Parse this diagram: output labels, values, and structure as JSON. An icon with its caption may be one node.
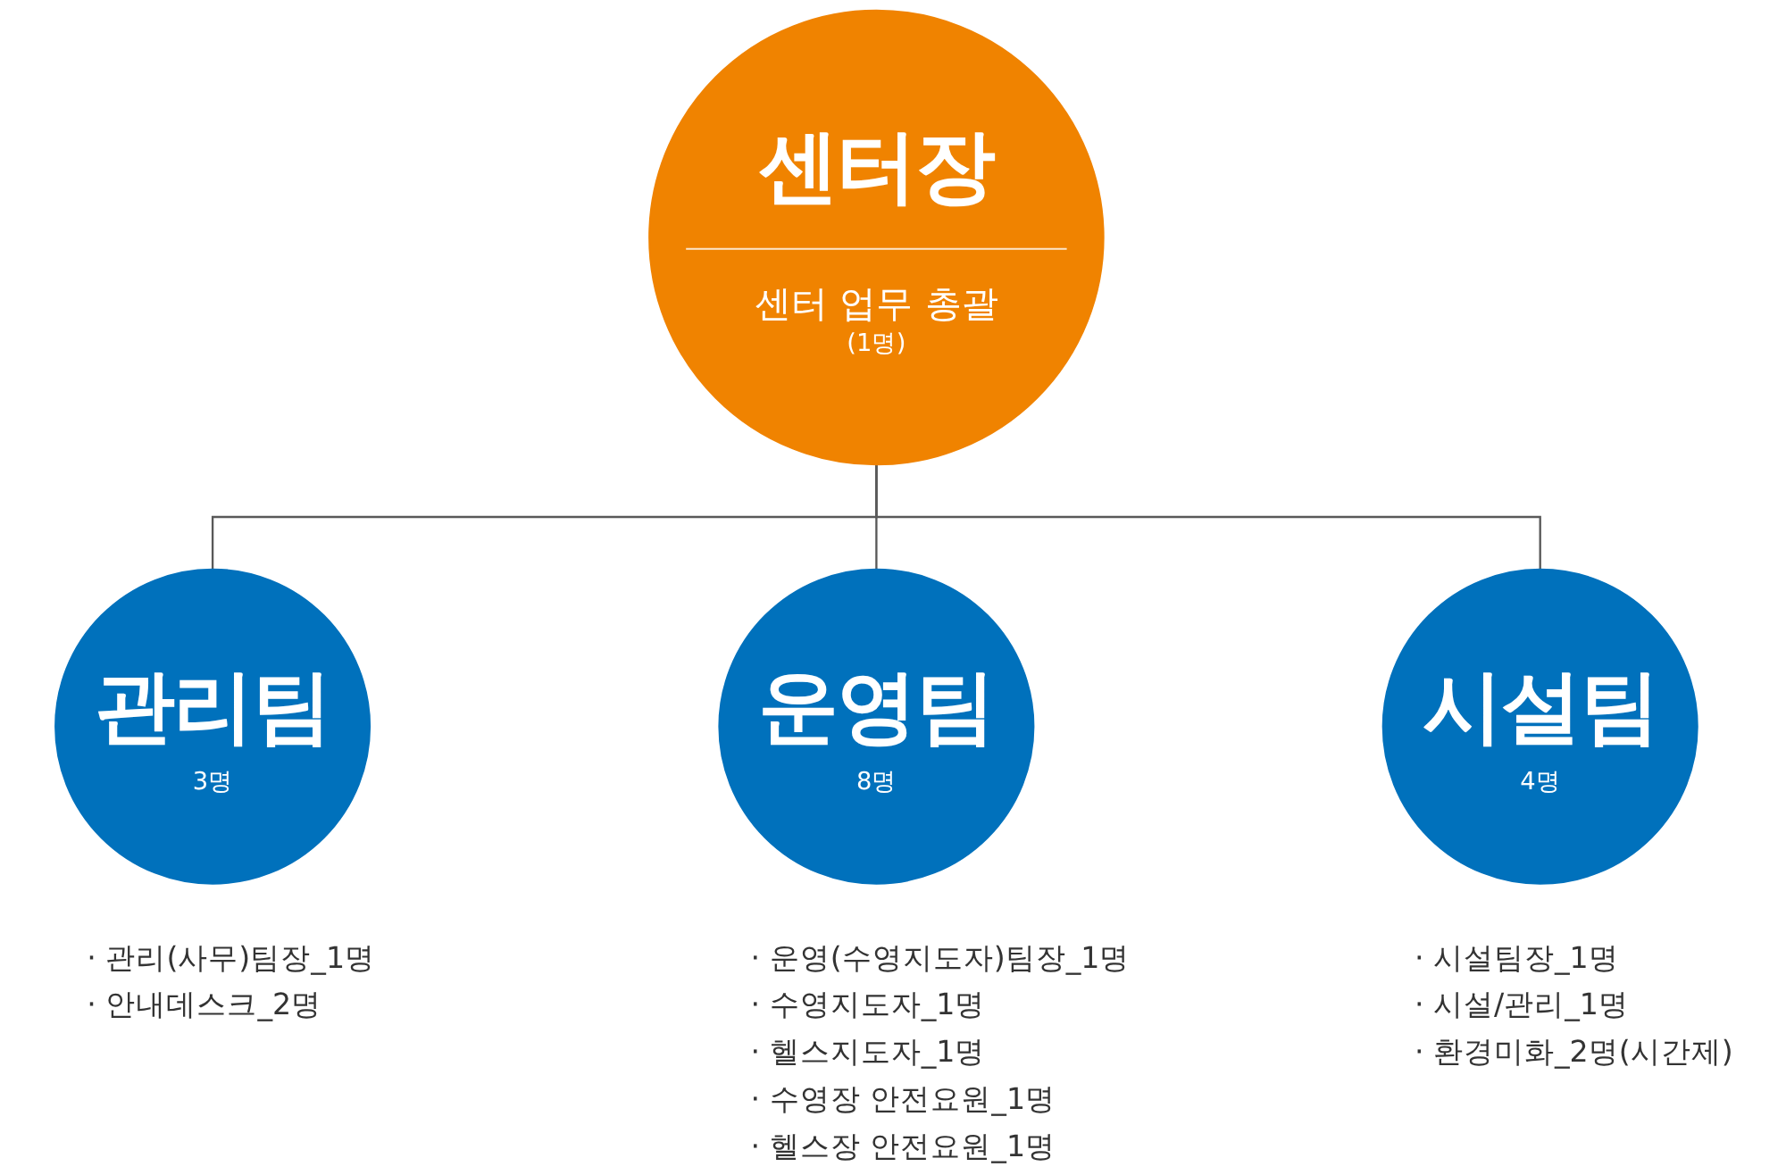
{
  "diagram": {
    "nodes": [
      {
        "text": [
          "센터장",
          "센터 업무 총괄",
          "(1명)"
        ]
      },
      {
        "text": [
          "관리팀",
          "3명"
        ],
        "beside": [
          "· 관리(사무)팀장_1명",
          "· 안내데스크_2명"
        ]
      },
      {
        "text": [
          "운영팀",
          "8명"
        ],
        "beside": [
          "· 운영(수영지도자)팀장_1명",
          "· 수영지도자_1명",
          "· 헬스지도자_1명",
          "· 수영장 안전요원_1명",
          "· 헬스장 안전요원_1명"
        ]
      },
      {
        "text": [
          "시설팀",
          "4명"
        ],
        "beside": [
          "· 시설팀장_1명",
          "· 시설/관리_1명",
          "· 환경미화_2명(시간제)"
        ]
      }
    ],
    "edges": [
      {
        "from": 0,
        "to": 1,
        "arrow": "none"
      },
      {
        "from": 0,
        "to": 2,
        "arrow": "none"
      },
      {
        "from": 0,
        "to": 3,
        "arrow": "none"
      }
    ]
  }
}
